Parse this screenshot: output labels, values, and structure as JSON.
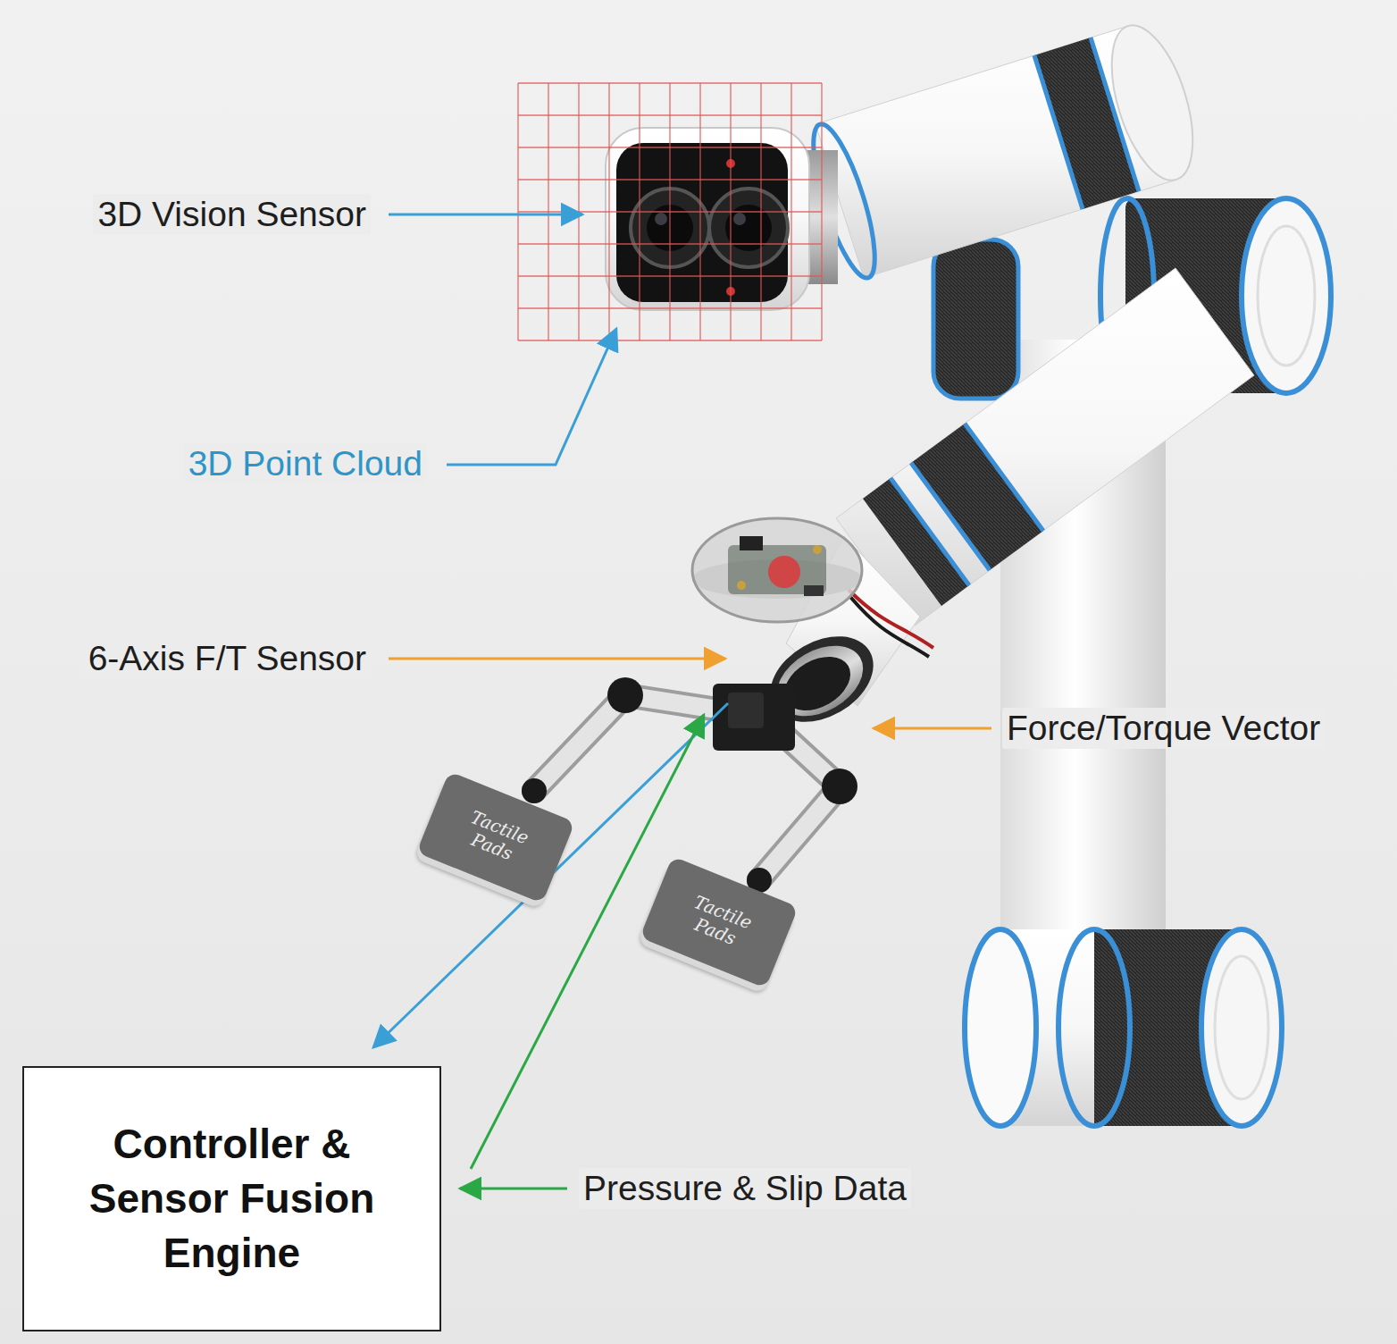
{
  "diagram": {
    "nodes": [
      {
        "text": [
          "Tactile Pads"
        ]
      },
      {
        "text": [
          "Tactile Pads"
        ]
      },
      {
        "text": [
          "Controller & Sensor Fusion Engine"
        ]
      }
    ],
    "labels": [
      "3D Vision Sensor",
      "3D Point Cloud",
      "6-Axis F/T Sensor",
      "Force/Torque Vector",
      "Pressure & Slip Data"
    ]
  }
}
